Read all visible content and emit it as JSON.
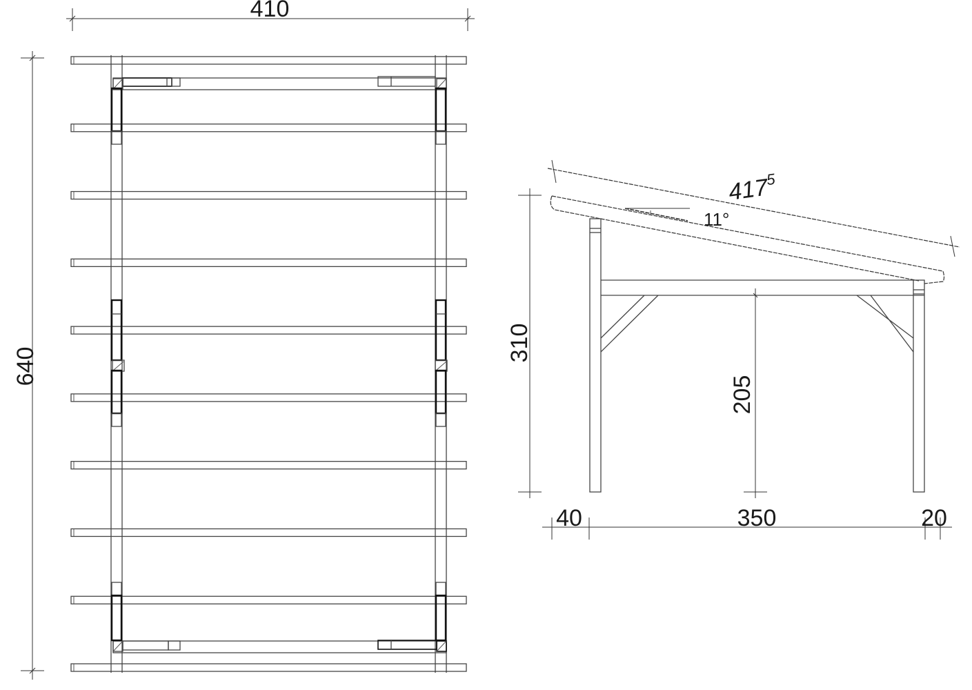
{
  "drawing": {
    "plan_view": {
      "width_label": "410",
      "length_label": "640",
      "rafter_count": 10
    },
    "side_view": {
      "rafter_length_main": "417",
      "rafter_length_sup": "5",
      "roof_angle": "11°",
      "height_total": "310",
      "height_clear": "205",
      "overhang_front": "40",
      "span": "350",
      "overhang_rear": "20"
    },
    "line_color": "#444444"
  }
}
